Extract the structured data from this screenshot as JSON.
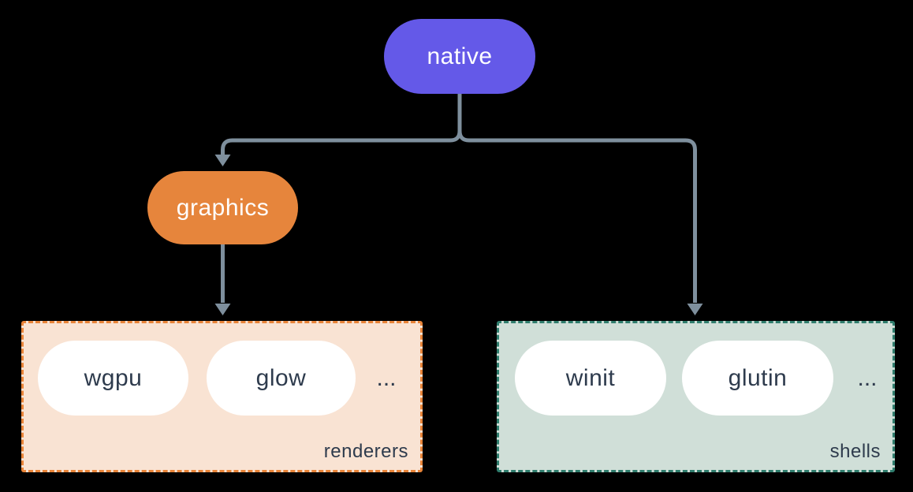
{
  "diagram": {
    "background": "#000000",
    "connector_color": "#7e8f9d",
    "root": {
      "label": "native",
      "color": "#6459e8",
      "text_color": "#ffffff"
    },
    "graphics": {
      "label": "graphics",
      "color": "#e6853c",
      "text_color": "#ffffff"
    },
    "item_text_color": "#2e3b4d",
    "item_fill": "#ffffff",
    "groups": [
      {
        "label": "renderers",
        "bg": "#f9e3d3",
        "border": "#e98438",
        "items": [
          "wgpu",
          "glow"
        ],
        "ellipsis": "..."
      },
      {
        "label": "shells",
        "bg": "#d0dfd8",
        "border": "#2f7d6d",
        "items": [
          "winit",
          "glutin"
        ],
        "ellipsis": "..."
      }
    ],
    "edges": [
      "native -> graphics",
      "native -> shells",
      "graphics -> renderers"
    ]
  }
}
